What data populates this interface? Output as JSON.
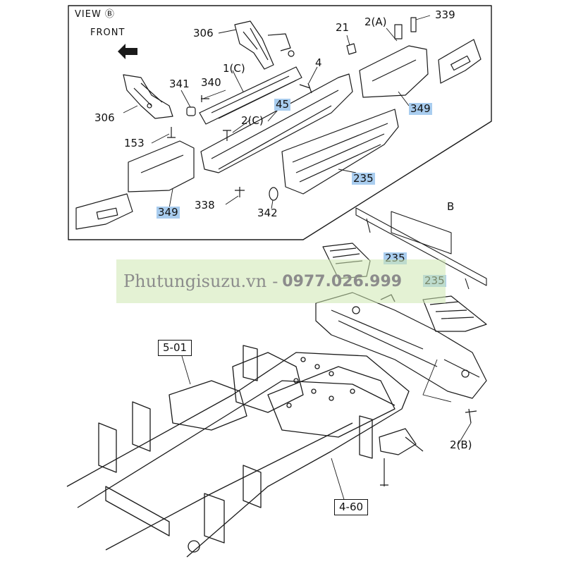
{
  "inset": {
    "view_label": "VIEW Ⓑ",
    "front_label": "FRONT"
  },
  "callouts": {
    "c306a": "306",
    "c306b": "306",
    "c1c": "1(C)",
    "c4": "4",
    "c21": "21",
    "c2a": "2(A)",
    "c339": "339",
    "c341": "341",
    "c340": "340",
    "c45": "45",
    "c349a": "349",
    "c349b": "349",
    "c2c": "2(C)",
    "c153": "153",
    "c235a": "235",
    "c338": "338",
    "c342": "342",
    "cB": "B",
    "c235b": "235",
    "c235c": "235",
    "c501": "5-01",
    "c2b": "2(B)",
    "c460": "4-60"
  },
  "watermark": {
    "site": "Phutungisuzu.vn",
    "separator": "-",
    "phone": "0977.026.999"
  },
  "colors": {
    "highlight": "#a9cdef",
    "watermark_band": "#cee8b0",
    "line": "#1a1a1a"
  }
}
